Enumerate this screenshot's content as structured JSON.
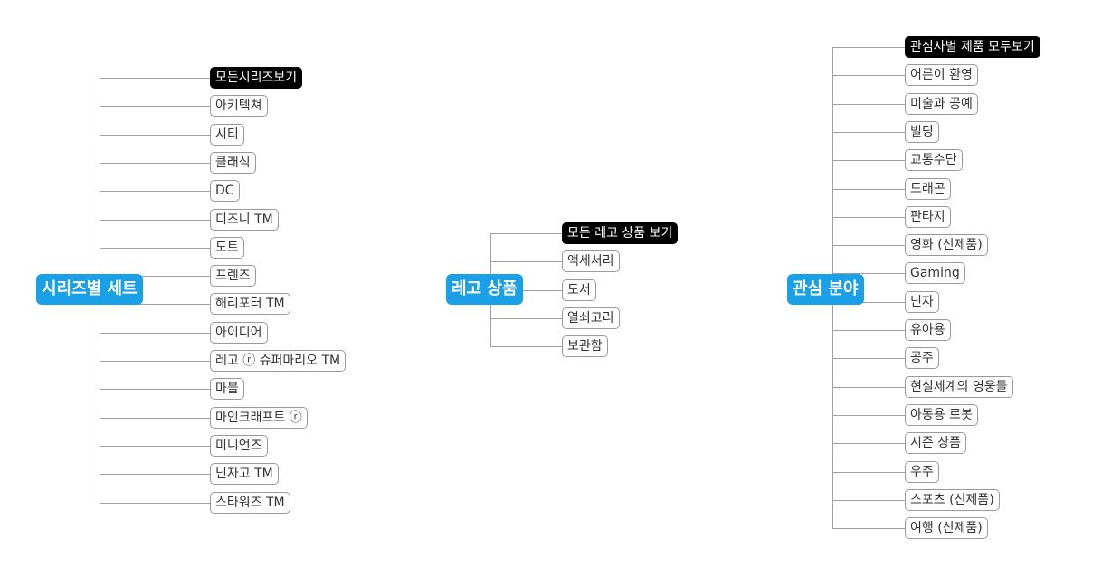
{
  "colors": {
    "root_bg": "#1aa0e6",
    "highlight_bg": "#000000",
    "line": "#a0a0a0",
    "node_border": "#9a9a9a"
  },
  "groups": [
    {
      "root": "시리즈별 세트",
      "items": [
        {
          "label": "모든시리즈보기",
          "highlight": true
        },
        {
          "label": "아키텍쳐"
        },
        {
          "label": "시티"
        },
        {
          "label": "클래식"
        },
        {
          "label": "DC"
        },
        {
          "label": "디즈니 TM"
        },
        {
          "label": "도트"
        },
        {
          "label": "프렌즈"
        },
        {
          "label": "해리포터 TM"
        },
        {
          "label": "아이디어"
        },
        {
          "label": "레고 ⓡ 슈퍼마리오 TM"
        },
        {
          "label": "마블"
        },
        {
          "label": "마인크래프트 ⓡ"
        },
        {
          "label": "미니언즈"
        },
        {
          "label": "닌자고 TM"
        },
        {
          "label": "스타워즈 TM"
        }
      ]
    },
    {
      "root": "레고 상품",
      "items": [
        {
          "label": "모든 레고 상품 보기",
          "highlight": true
        },
        {
          "label": "액세서리"
        },
        {
          "label": "도서"
        },
        {
          "label": "열쇠고리"
        },
        {
          "label": "보관함"
        }
      ]
    },
    {
      "root": "관심 분야",
      "items": [
        {
          "label": "관심사별 제품 모두보기",
          "highlight": true
        },
        {
          "label": "어른이 환영"
        },
        {
          "label": "미술과 공예"
        },
        {
          "label": "빌딩"
        },
        {
          "label": "교통수단"
        },
        {
          "label": "드래곤"
        },
        {
          "label": "판타지"
        },
        {
          "label": "영화 (신제품)"
        },
        {
          "label": "Gaming"
        },
        {
          "label": "닌자"
        },
        {
          "label": "유아용"
        },
        {
          "label": "공주"
        },
        {
          "label": "현실세계의 영웅들"
        },
        {
          "label": "아동용 로봇"
        },
        {
          "label": "시즌 상품"
        },
        {
          "label": "우주"
        },
        {
          "label": "스포츠 (신제품)"
        },
        {
          "label": "여행 (신제품)"
        }
      ]
    }
  ]
}
